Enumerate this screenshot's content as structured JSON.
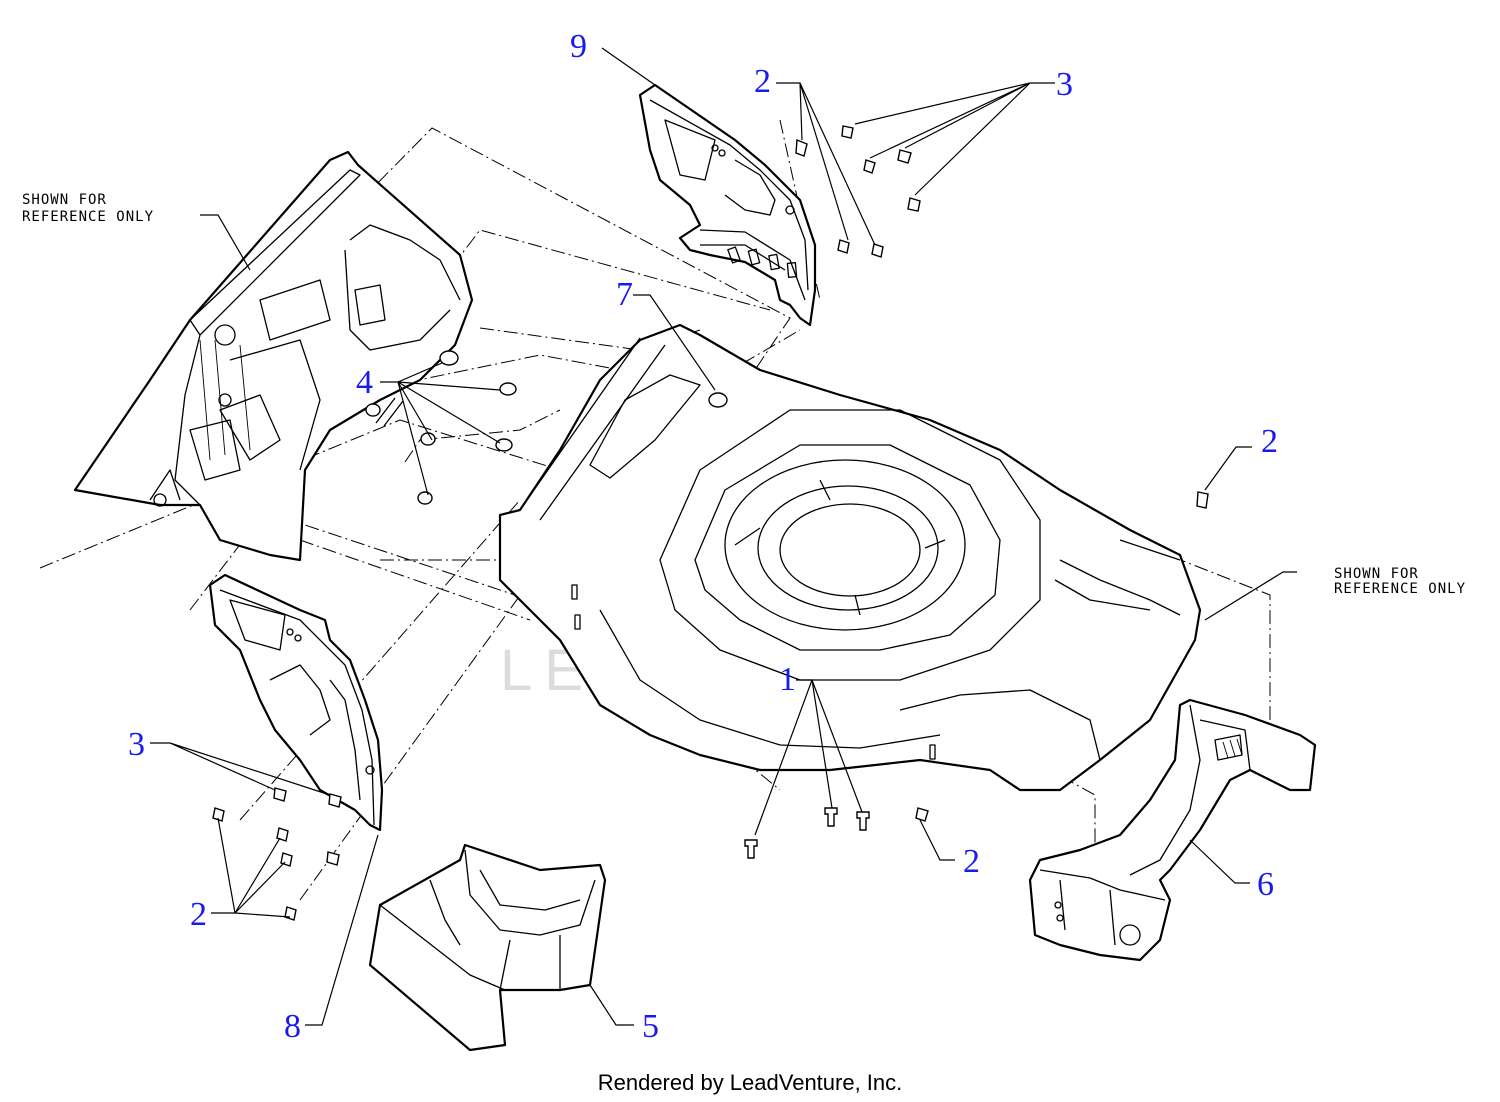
{
  "callouts": {
    "c1": "1",
    "c2a": "2",
    "c2b": "2",
    "c2c": "2",
    "c2d": "2",
    "c3a": "3",
    "c3b": "3",
    "c4": "4",
    "c5": "5",
    "c6": "6",
    "c7": "7",
    "c8": "8",
    "c9": "9"
  },
  "notes": {
    "left_line1": "SHOWN FOR",
    "left_line2": "REFERENCE ONLY",
    "right_line1": "SHOWN FOR",
    "right_line2": "REFERENCE ONLY"
  },
  "watermark": "LEADVENTURE",
  "footer": {
    "credit": "Rendered by LeadVenture, Inc."
  },
  "colors": {
    "callout": "#1a1aee",
    "line": "#000000",
    "watermark": "#dcdcdc"
  }
}
